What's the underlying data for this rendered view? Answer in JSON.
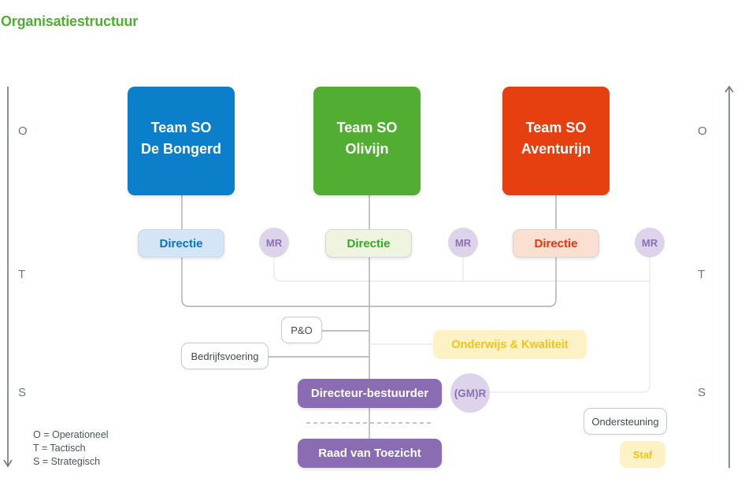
{
  "title": "Organisatiestructuur",
  "colors": {
    "title": "#52ae32",
    "blue": "#0b7fca",
    "green": "#52ae32",
    "red": "#e64011",
    "blue_light": "#d4e6f6",
    "green_light": "#eef4de",
    "red_light": "#fbe0d2",
    "blue_text": "#0a72c0",
    "green_text": "#3aa52a",
    "red_text": "#e0360f",
    "mr_bg": "#ddd3ea",
    "mr_text": "#8b6fb3",
    "purple": "#8a6cb2",
    "yellow_bg": "#fcf2c6",
    "yellow_text": "#eec51b",
    "axis": "#6b767c",
    "line": "#a7aeb3",
    "line_light": "#e3e6e8"
  },
  "teams": [
    {
      "line1": "Team SO",
      "line2": "De Bongerd",
      "color": "blue"
    },
    {
      "line1": "Team SO",
      "line2": "Olivijn",
      "color": "green"
    },
    {
      "line1": "Team SO",
      "line2": "Aventurijn",
      "color": "red"
    }
  ],
  "directies": [
    {
      "label": "Directie",
      "color": "blue"
    },
    {
      "label": "Directie",
      "color": "green"
    },
    {
      "label": "Directie",
      "color": "red"
    }
  ],
  "mr_nodes": [
    "MR",
    "MR",
    "MR"
  ],
  "support": {
    "p_en_o": "P&O",
    "bedrijfsvoering": "Bedrijfsvoering",
    "onderwijs_kwaliteit": "Onderwijs & Kwaliteit",
    "ondersteuning": "Ondersteuning",
    "staf": "Staf"
  },
  "governance": {
    "directeur_bestuurder": "Directeur-bestuurder",
    "gmr": "(GM)R",
    "raad_van_toezicht": "Raad van Toezicht"
  },
  "axis": {
    "left": [
      "O",
      "T",
      "S"
    ],
    "right": [
      "O",
      "T",
      "S"
    ],
    "left_direction": "down",
    "right_direction": "up"
  },
  "legend": [
    "O = Operationeel",
    "T = Tactisch",
    "S = Strategisch"
  ]
}
